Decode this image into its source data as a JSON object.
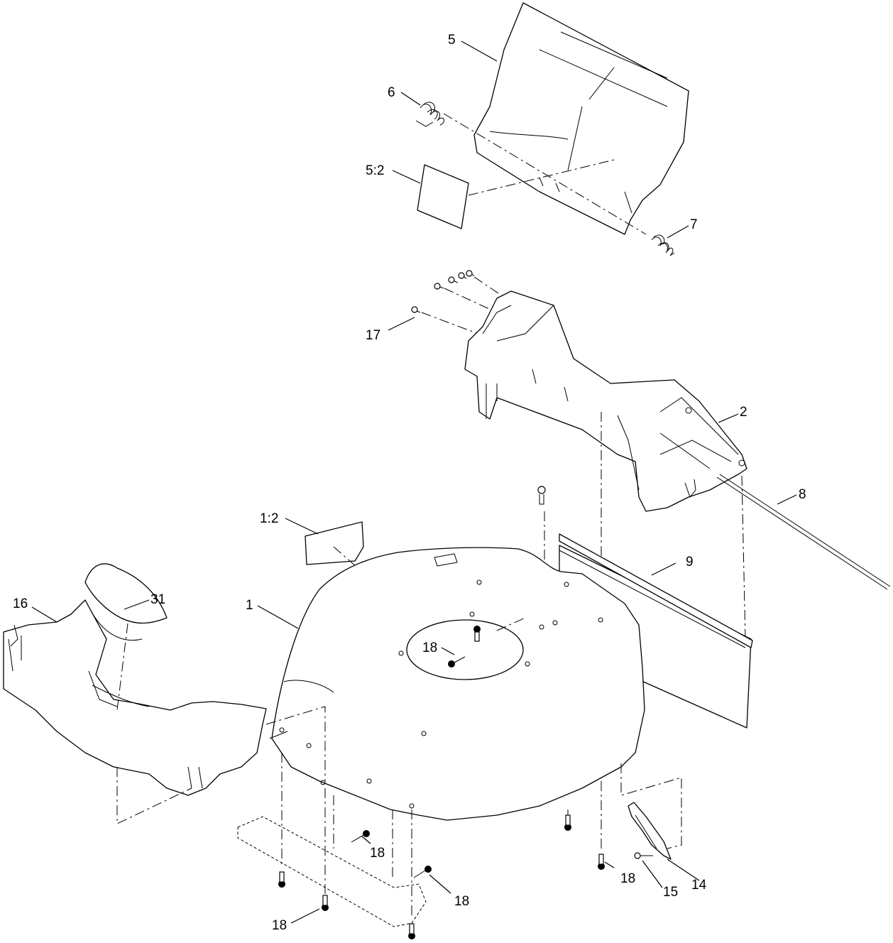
{
  "callouts": {
    "c5": "5",
    "c6": "6",
    "c5_2": "5:2",
    "c7": "7",
    "c17": "17",
    "c2": "2",
    "c8": "8",
    "c1_2": "1:2",
    "c9": "9",
    "c16": "16",
    "c31": "31",
    "c1": "1",
    "c18_center": "18",
    "c18_a": "18",
    "c18_b": "18",
    "c18_c": "18",
    "c18_d": "18",
    "c15": "15",
    "c14": "14"
  }
}
